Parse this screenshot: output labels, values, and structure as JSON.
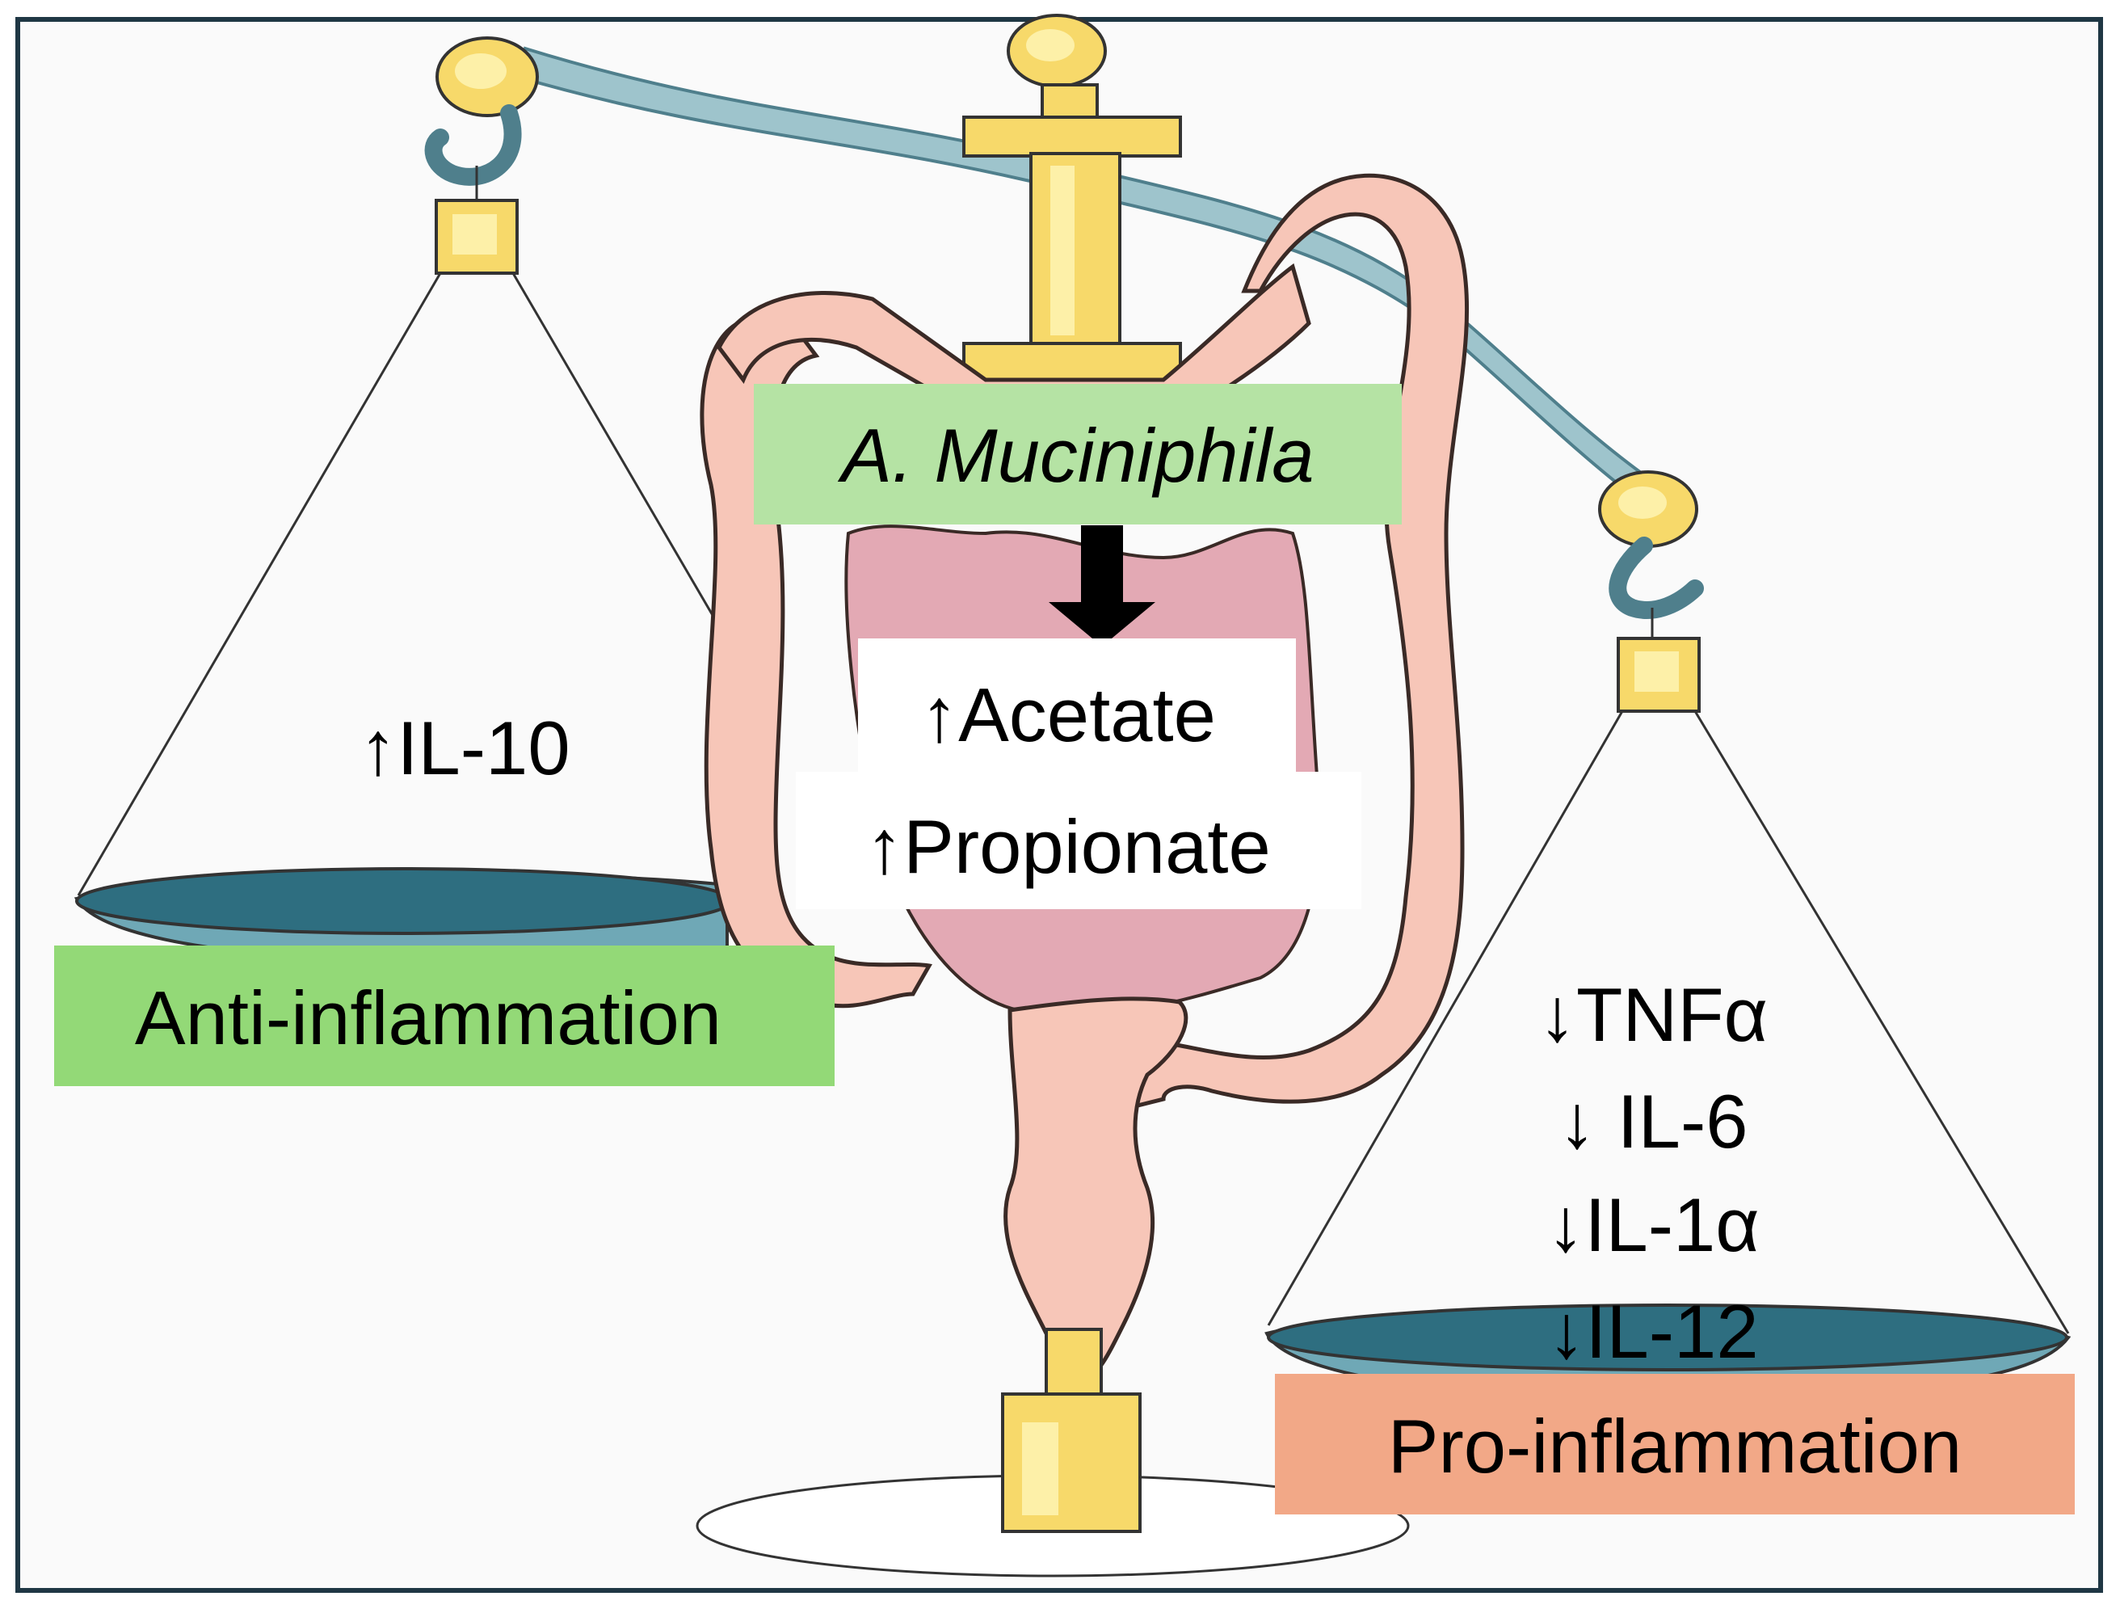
{
  "bacterium": "A. Muciniphila",
  "metabolites": {
    "acetate": "↑Acetate",
    "propionate": "↑Propionate"
  },
  "left_pan": {
    "cytokine": "↑IL-10",
    "label": "Anti-inflammation"
  },
  "right_pan": {
    "cytokines": [
      "↓TNFα",
      "↓ IL-6",
      "↓IL-1α",
      "↓IL-12"
    ],
    "label": "Pro-inflammation"
  },
  "colors": {
    "frame": "#1f3744",
    "background": "#fafafa",
    "beam": "#9ec4cc",
    "beam_stroke": "#4f7f8c",
    "pan": "#6fa8b6",
    "pan_dark": "#2e6e80",
    "gold": "#f7d96a",
    "gold_light": "#fdf0a8",
    "gut": "#f7c6b8",
    "gut_stroke": "#3a2a26",
    "organ": "#e3a9b4",
    "bacterium_box": "#b5e3a4",
    "anti_box": "#93d977",
    "pro_box": "#f2a887",
    "arrow": "#000000"
  }
}
